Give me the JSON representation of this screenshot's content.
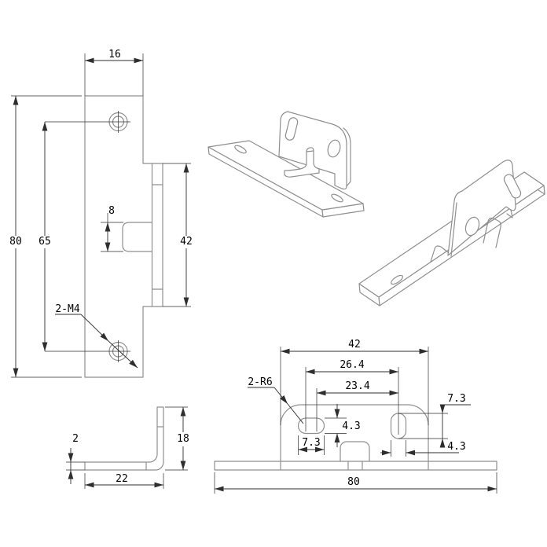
{
  "drawing": {
    "colors": {
      "geometry_line": "#8f8f8f",
      "dimension_line": "#2e2e2e",
      "text": "#000000",
      "background": "#ffffff"
    },
    "views": {
      "top": {
        "dims": {
          "plate_width": "16",
          "overall_length": "80",
          "hole_spacing": "65",
          "tab_width": "8",
          "flange_span": "42",
          "thread_callout": "2-M4"
        }
      },
      "side": {
        "dims": {
          "thickness": "2",
          "flange_height": "18",
          "base_depth": "22"
        }
      },
      "front": {
        "dims": {
          "flange_width": "42",
          "slot_span_outer": "26.4",
          "slot_span_inner": "23.4",
          "radius_callout": "2-R6",
          "left_slot_length": "7.3",
          "left_slot_width": "4.3",
          "right_slot_length": "7.3",
          "right_slot_width": "4.3",
          "overall_length": "80"
        }
      }
    }
  }
}
